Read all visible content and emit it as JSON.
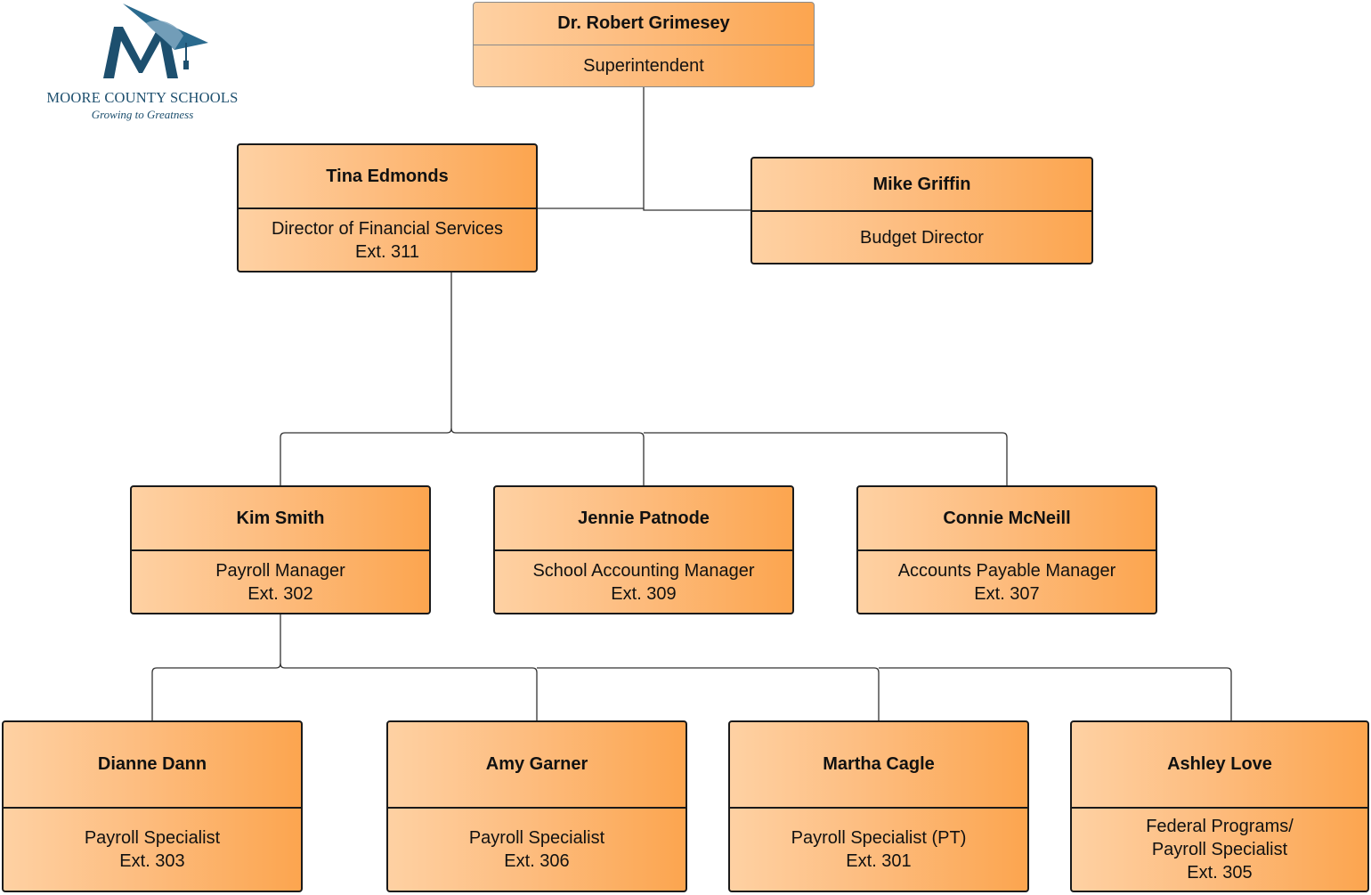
{
  "logo": {
    "org_name": "MOORE COUNTY SCHOOLS",
    "tagline": "Growing to Greatness",
    "colors": {
      "primary": "#1d4f6e",
      "cap": "#2a6a8e",
      "tassel": "#7fa6c0"
    }
  },
  "nodes": [
    {
      "id": "grimesey",
      "name": "Dr. Robert Grimesey",
      "role_lines": [
        "Superintendent"
      ]
    },
    {
      "id": "edmonds",
      "name": "Tina Edmonds",
      "role_lines": [
        "Director of Financial Services",
        "Ext. 311"
      ]
    },
    {
      "id": "griffin",
      "name": "Mike Griffin",
      "role_lines": [
        "Budget Director"
      ]
    },
    {
      "id": "smith",
      "name": "Kim Smith",
      "role_lines": [
        "Payroll Manager",
        "Ext. 302"
      ]
    },
    {
      "id": "patnode",
      "name": "Jennie Patnode",
      "role_lines": [
        "School Accounting Manager",
        "Ext. 309"
      ]
    },
    {
      "id": "mcneill",
      "name": "Connie McNeill",
      "role_lines": [
        "Accounts Payable Manager",
        "Ext. 307"
      ]
    },
    {
      "id": "dann",
      "name": "Dianne Dann",
      "role_lines": [
        "Payroll Specialist",
        "Ext. 303"
      ]
    },
    {
      "id": "garner",
      "name": "Amy Garner",
      "role_lines": [
        "Payroll Specialist",
        "Ext. 306"
      ]
    },
    {
      "id": "cagle",
      "name": "Martha Cagle",
      "role_lines": [
        "Payroll Specialist (PT)",
        "Ext. 301"
      ]
    },
    {
      "id": "love",
      "name": "Ashley Love",
      "role_lines": [
        "Federal Programs/",
        "Payroll Specialist",
        "Ext. 305"
      ]
    }
  ],
  "edges": [
    {
      "from": "grimesey",
      "to": "edmonds"
    },
    {
      "from": "grimesey",
      "to": "griffin"
    },
    {
      "from": "edmonds",
      "to": "smith"
    },
    {
      "from": "edmonds",
      "to": "patnode"
    },
    {
      "from": "edmonds",
      "to": "mcneill"
    },
    {
      "from": "smith",
      "to": "dann"
    },
    {
      "from": "smith",
      "to": "garner"
    },
    {
      "from": "smith",
      "to": "cagle"
    },
    {
      "from": "smith",
      "to": "love"
    }
  ],
  "colors": {
    "box_gradient": [
      "#fed1a3",
      "#fdbd80",
      "#fca54f"
    ],
    "border": "#1a1a1a",
    "connector": "#333333"
  }
}
